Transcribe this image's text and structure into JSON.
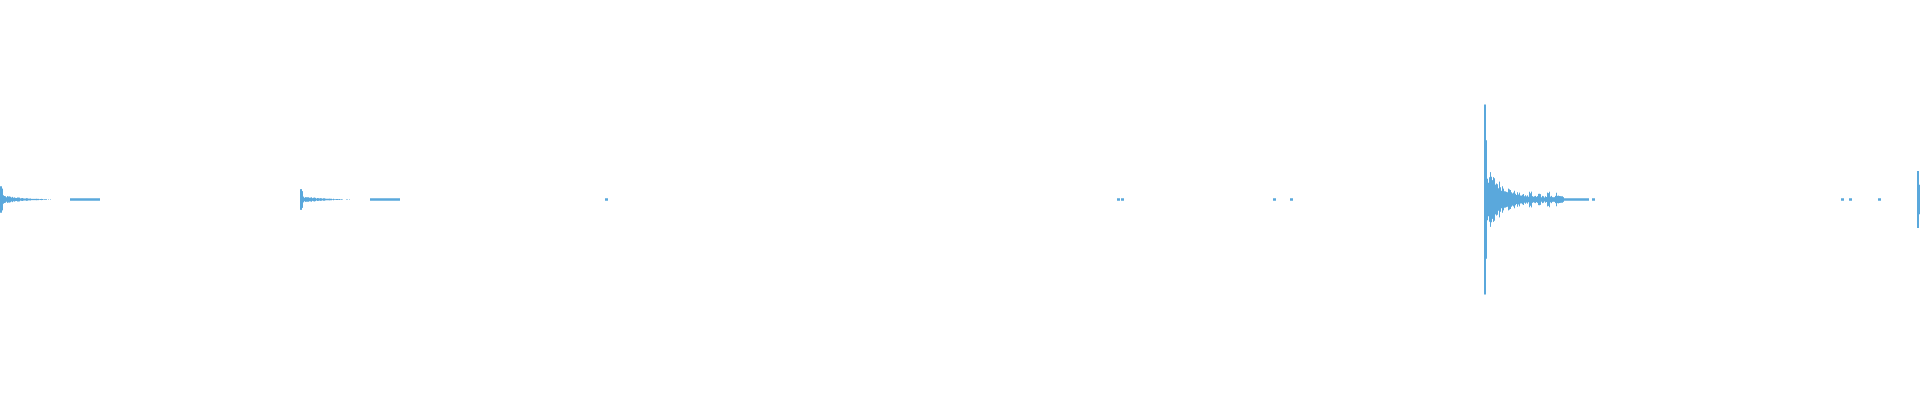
{
  "waveform": {
    "color": "#5aa8dc",
    "background": "#ffffff",
    "bursts": [
      {
        "start": 0.0,
        "attack": 0.1,
        "decay": 0.9,
        "peak": 0.14,
        "tail": 0.012
      },
      {
        "start": 0.156,
        "attack": 0.1,
        "decay": 0.9,
        "peak": 0.11,
        "tail": 0.01
      },
      {
        "start": 0.773,
        "attack": 0.1,
        "decay": 0.9,
        "peak": 1.0,
        "tail": 0.015
      },
      {
        "start": 0.9985,
        "attack": 0.1,
        "decay": 0.9,
        "peak": 0.3,
        "tail": 0.0
      }
    ],
    "blips": [
      0.044,
      0.205,
      0.315,
      0.582,
      0.584,
      0.663,
      0.672,
      0.826,
      0.829,
      0.959,
      0.963,
      0.978
    ]
  }
}
